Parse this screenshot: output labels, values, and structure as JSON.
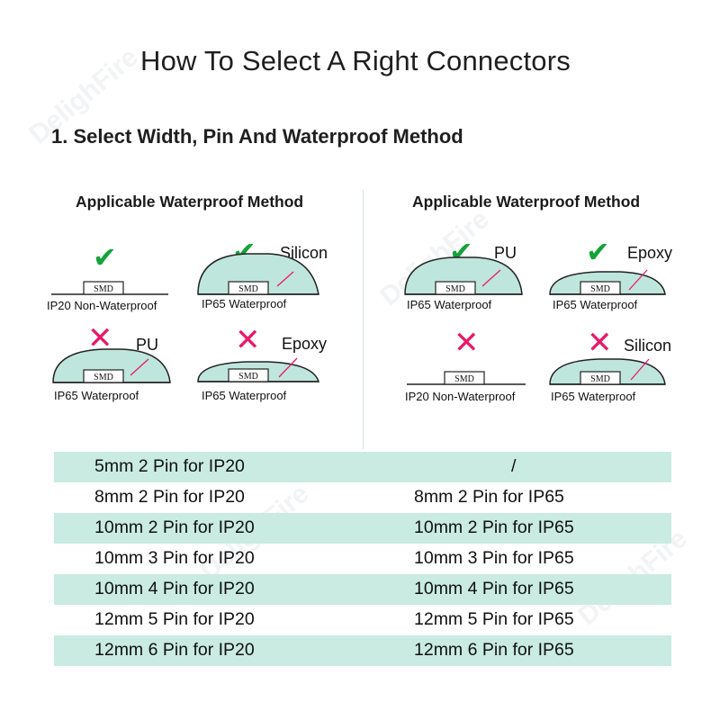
{
  "title": "How To Select A Right Connectors",
  "section_title": "1. Select Width, Pin And Waterproof Method",
  "left_heading": "Applicable Waterproof Method",
  "right_heading": "Applicable Waterproof Method",
  "chip_label": "SMD",
  "colors": {
    "check": "#14a23a",
    "cross": "#e8196b",
    "coating": "#bfe6dc",
    "row_tint": "#c9ebe2"
  },
  "left_tiles": [
    {
      "status": "suitable",
      "material": "",
      "caption": "IP20 Non-Waterproof"
    },
    {
      "status": "suitable",
      "material": "Silicon",
      "caption": "IP65 Waterproof"
    },
    {
      "status": "not suitable",
      "material": "PU",
      "caption": "IP65 Waterproof"
    },
    {
      "status": "not suitable",
      "material": "Epoxy",
      "caption": "IP65 Waterproof"
    }
  ],
  "right_tiles": [
    {
      "status": "suitable",
      "material": "PU",
      "caption": "IP65 Waterproof"
    },
    {
      "status": "suitable",
      "material": "Epoxy",
      "caption": "IP65 Waterproof"
    },
    {
      "status": "not suitable",
      "material": "",
      "caption": "IP20 Non-Waterproof"
    },
    {
      "status": "not suitable",
      "material": "Silicon",
      "caption": "IP65 Waterproof"
    }
  ],
  "table": [
    {
      "left": "5mm  2 Pin for IP20",
      "right": "/"
    },
    {
      "left": "8mm  2 Pin for IP20",
      "right": "8mm  2 Pin for IP65"
    },
    {
      "left": "10mm 2 Pin for IP20",
      "right": "10mm 2 Pin for IP65"
    },
    {
      "left": "10mm 3 Pin for IP20",
      "right": "10mm 3 Pin for IP65"
    },
    {
      "left": "10mm 4 Pin for IP20",
      "right": "10mm 4 Pin for IP65"
    },
    {
      "left": "12mm 5 Pin for IP20",
      "right": "12mm 5 Pin for IP65"
    },
    {
      "left": "12mm 6 Pin for IP20",
      "right": "12mm 6 Pin for IP65"
    }
  ],
  "watermark_text": "DelighFire"
}
